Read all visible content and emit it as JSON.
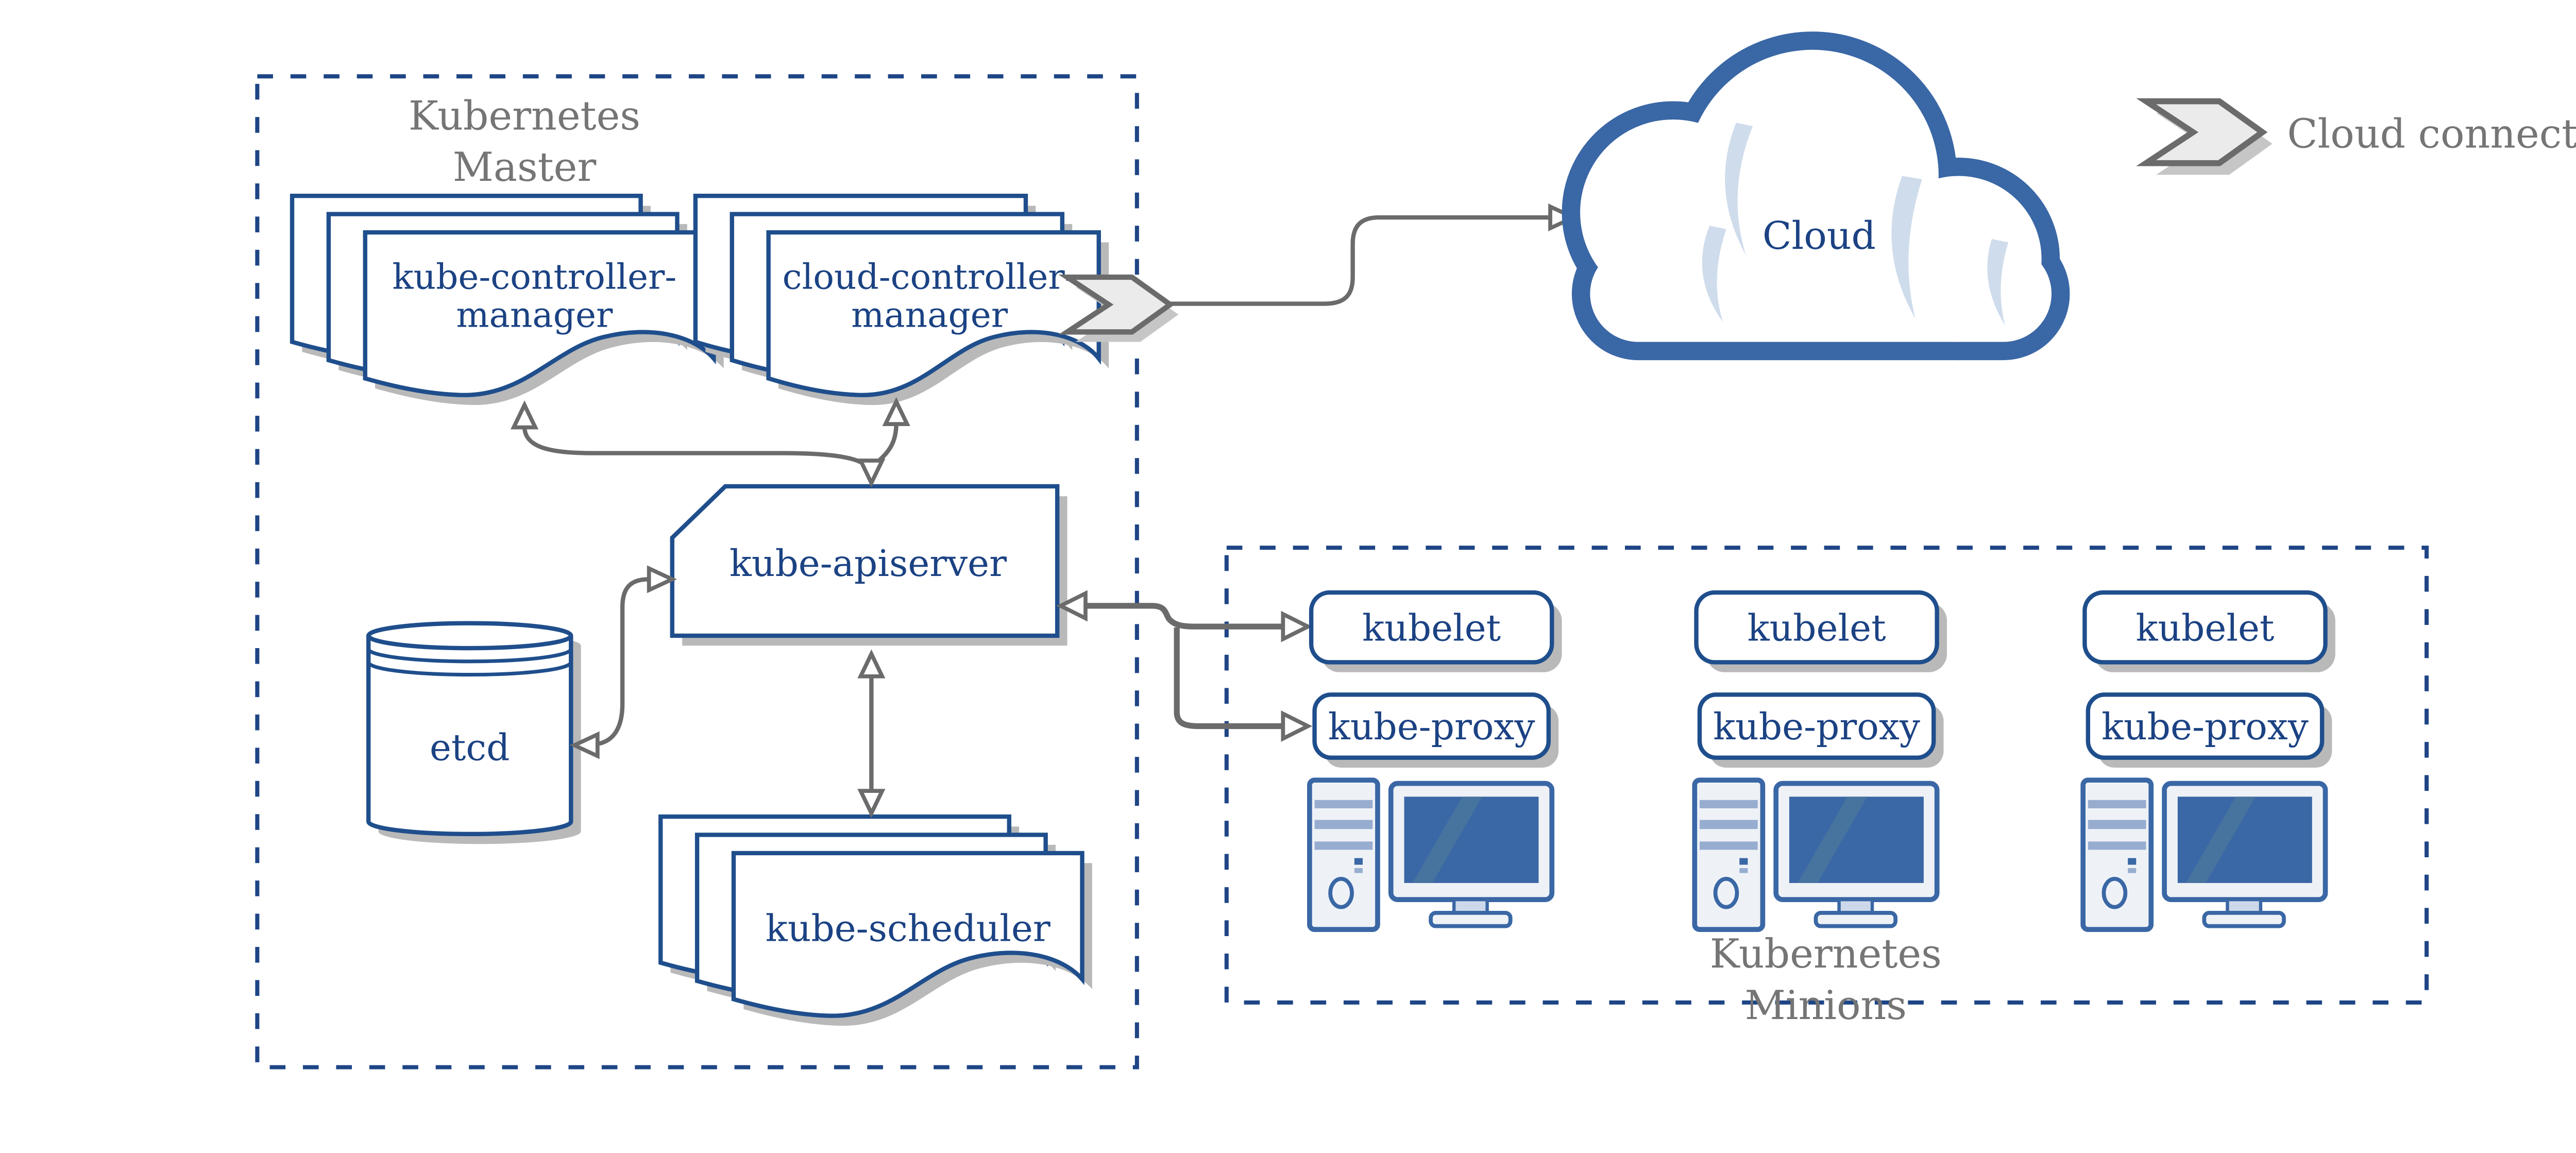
{
  "colors": {
    "box_border_navy": "#1f4e8c",
    "text_navy": "#1b4283",
    "dashed_border_blue": "#1e4585",
    "cloud_steel_blue": "#3a67a5",
    "computer_light_fill": "#eef2f7",
    "computer_stripe_blue": "#97add0",
    "cloud_crescent_blue": "#cfdcec",
    "section_label_gray": "#757575",
    "connector_gray": "#6b6b6b",
    "shadow_gray": "#b9b9b9",
    "chevron_fill": "#ebebeb"
  },
  "master": {
    "title_line1": "Kubernetes",
    "title_line2": "Master",
    "controller_manager": {
      "line1": "kube-controller-",
      "line2": "manager"
    },
    "cloud_controller_manager": {
      "line1": "cloud-controller-",
      "line2": "manager"
    },
    "api_server": {
      "label": "kube-apiserver"
    },
    "etcd": {
      "label": "etcd"
    },
    "scheduler": {
      "label": "kube-scheduler"
    }
  },
  "minions": {
    "title_line1": "Kubernetes",
    "title_line2": "Minions",
    "kubelet_label": "kubelet",
    "kube_proxy_label": "kube-proxy",
    "node_count": 3
  },
  "cloud": {
    "label": "Cloud"
  },
  "legend": {
    "cloud_connector_label": "Cloud connector"
  }
}
